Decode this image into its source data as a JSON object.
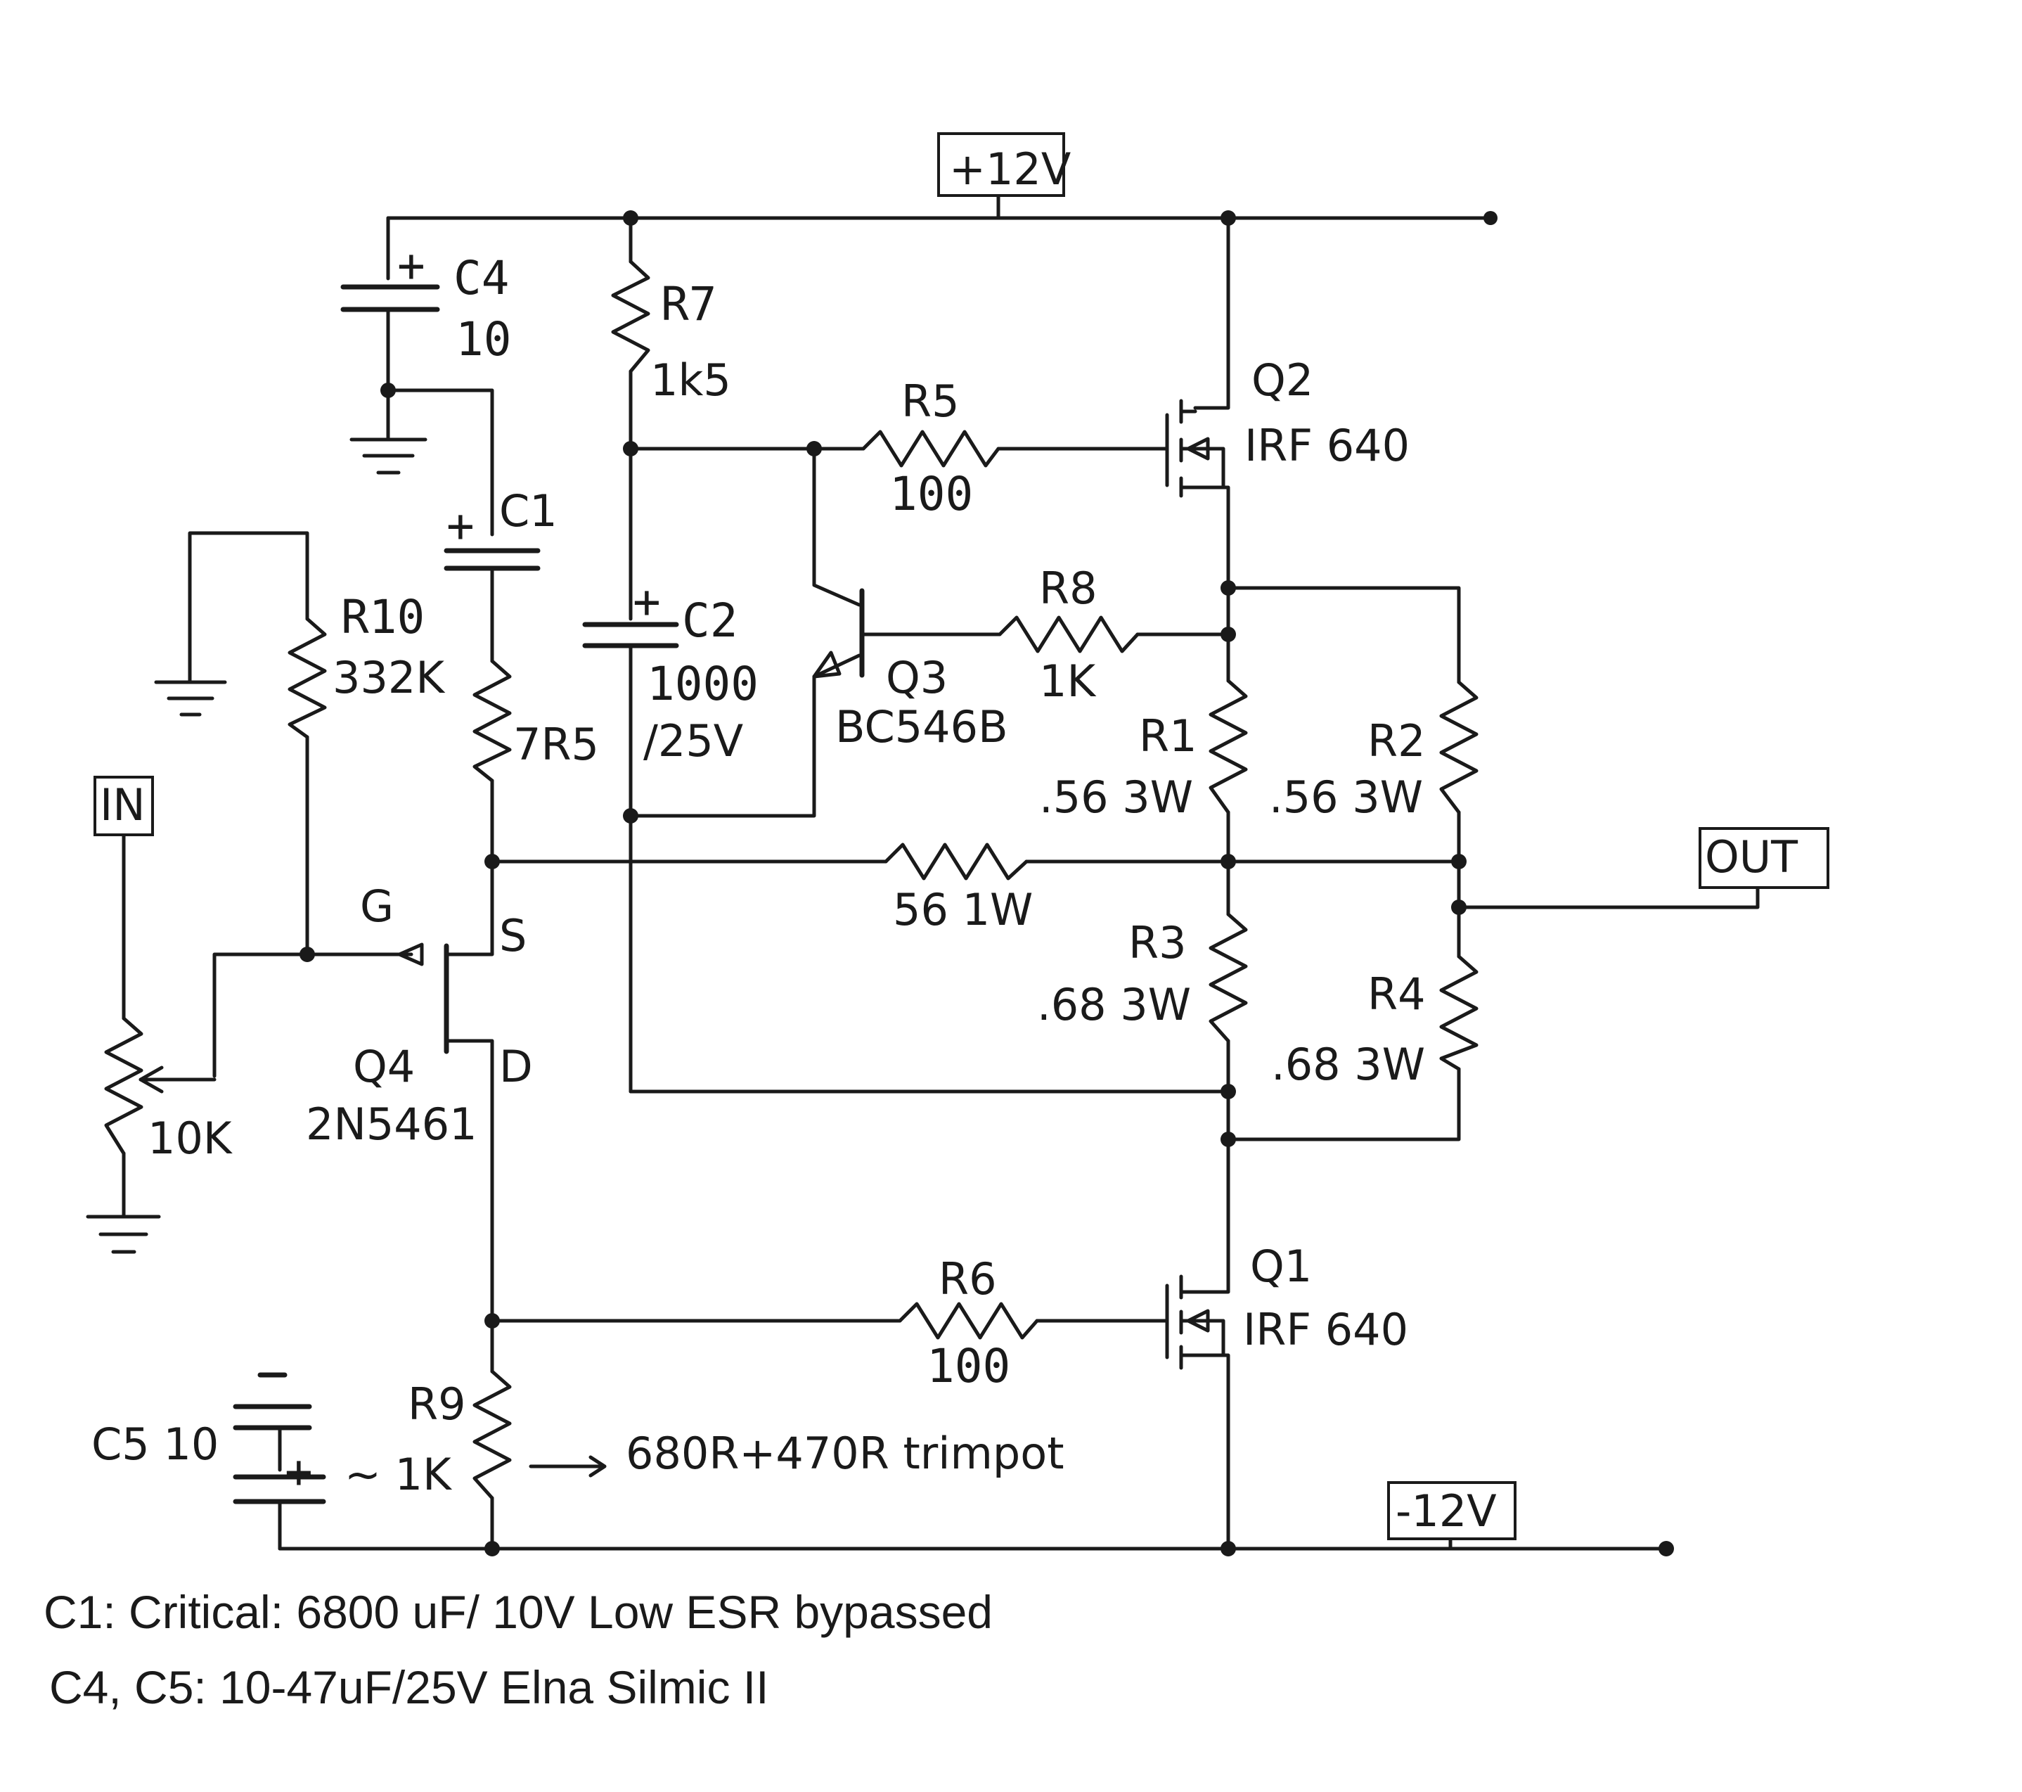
{
  "rails": {
    "positive": "+12V",
    "negative": "-12V"
  },
  "ports": {
    "input": "IN",
    "output": "OUT"
  },
  "components": {
    "c4": {
      "ref": "C4",
      "value": "10",
      "polarity": "+"
    },
    "c1": {
      "ref": "C1",
      "polarity": "+"
    },
    "c2": {
      "ref": "C2",
      "value": "1000",
      "rating": "/25V",
      "polarity": "+"
    },
    "c5": {
      "ref_value": "C5 10",
      "polarity_minus": "-",
      "polarity_plus": "+"
    },
    "r7": {
      "ref": "R7",
      "value": "1k5"
    },
    "r5": {
      "ref": "R5",
      "value": "100"
    },
    "r8": {
      "ref": "R8",
      "value": "1K"
    },
    "r10": {
      "ref": "R10",
      "value": "332K"
    },
    "r_7r5": {
      "value": "7R5"
    },
    "r1": {
      "ref": "R1",
      "value": ".56  3W"
    },
    "r2": {
      "ref": "R2",
      "value": ".56  3W"
    },
    "r3": {
      "ref": "R3",
      "value": ".68  3W"
    },
    "r4": {
      "ref": "R4",
      "value": ".68  3W"
    },
    "r_fb": {
      "value": "56  1W"
    },
    "r6": {
      "ref": "R6",
      "value": "100"
    },
    "r9": {
      "ref": "R9",
      "value": "~ 1K",
      "note": "680R+470R trimpot"
    },
    "pot": {
      "value": "10K"
    },
    "q1": {
      "ref": "Q1",
      "part": "IRF 640"
    },
    "q2": {
      "ref": "Q2",
      "part": "IRF 640"
    },
    "q3": {
      "ref": "Q3",
      "part": "BC546B"
    },
    "q4": {
      "ref": "Q4",
      "part": "2N5461",
      "gate": "G",
      "source": "S",
      "drain": "D"
    }
  },
  "notes": [
    "C1: Critical: 6800 uF/ 10V  Low ESR bypassed",
    "C4, C5: 10-47uF/25V Elna Silmic II"
  ]
}
